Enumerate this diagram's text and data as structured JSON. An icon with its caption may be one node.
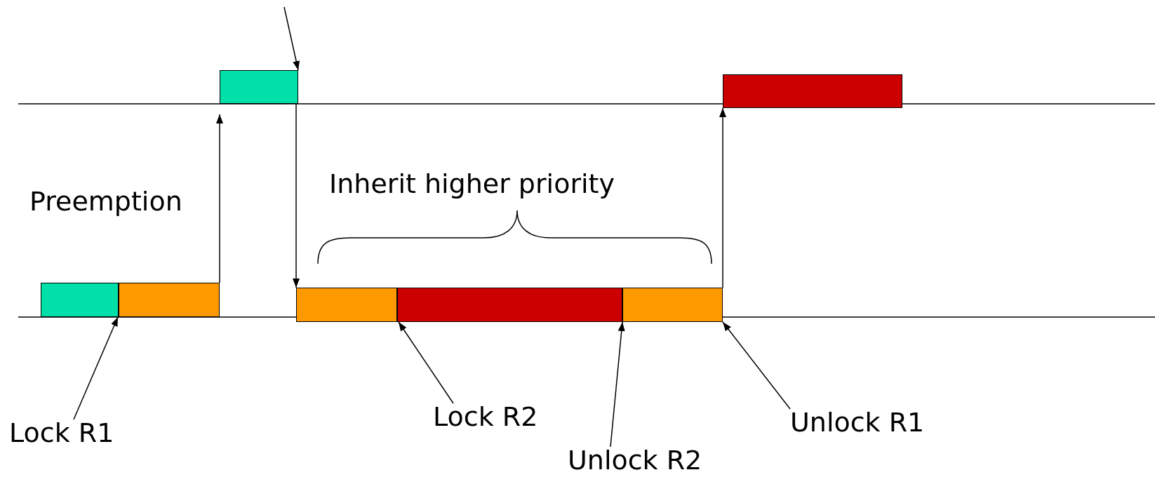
{
  "diagram": {
    "nodes": [
      {
        "text": [],
        "shape": "bar"
      },
      {
        "text": [],
        "shape": "bar"
      },
      {
        "text": [],
        "shape": "bar"
      },
      {
        "text": [],
        "shape": "bar"
      },
      {
        "text": [],
        "shape": "bar"
      },
      {
        "text": [],
        "shape": "bar"
      },
      {
        "text": [],
        "shape": "bar"
      },
      {
        "text": [
          "Lock R1"
        ]
      },
      {
        "text": [
          "Lock R2"
        ]
      },
      {
        "text": [
          "Unlock R2"
        ]
      },
      {
        "text": [
          "Unlock R1"
        ]
      }
    ],
    "edges": [
      {
        "from": null,
        "to": 0,
        "arrow": "to"
      },
      {
        "from": 3,
        "to": 0,
        "arrow": "to"
      },
      {
        "from": 0,
        "to": 4,
        "arrow": "to"
      },
      {
        "from": 6,
        "to": 1,
        "arrow": "to"
      },
      {
        "from": 7,
        "to": 2,
        "arrow": "to"
      },
      {
        "from": 8,
        "to": 5,
        "arrow": "to"
      },
      {
        "from": 9,
        "to": 6,
        "arrow": "to"
      },
      {
        "from": 10,
        "to": 6,
        "arrow": "to"
      }
    ],
    "labels": [
      "Preemption",
      "Inherit higher priority"
    ]
  }
}
